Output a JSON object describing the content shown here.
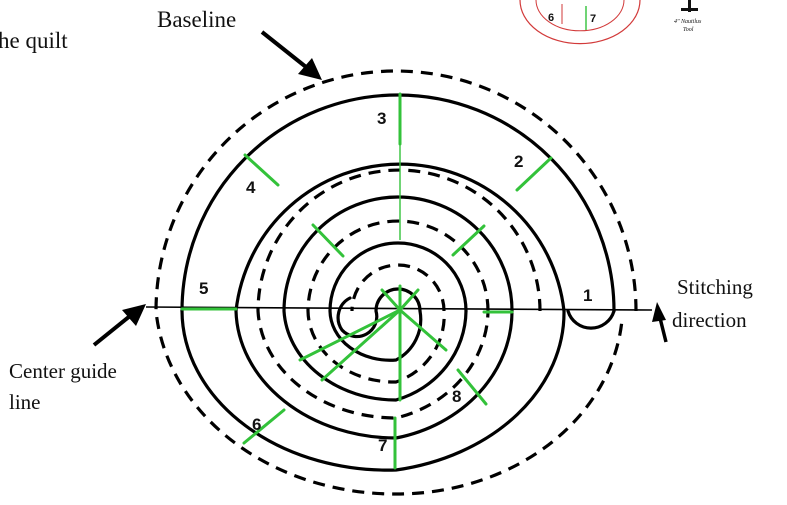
{
  "labels": {
    "top_left_fragment": "he quilt",
    "baseline": "Baseline",
    "stitching_line1": "Stitching",
    "stitching_line2": "direction",
    "center_line1": "Center guide",
    "center_line2": "line"
  },
  "segment_numbers": [
    "1",
    "2",
    "3",
    "4",
    "5",
    "6",
    "7",
    "8"
  ],
  "inset": {
    "numbers": [
      "6",
      "7"
    ],
    "caption_line1": "4\" Nautilus",
    "caption_line2": "Tool"
  },
  "colors": {
    "spiral": "#000000",
    "guide_lines": "#33c23a",
    "inset_ring": "#d23a3a"
  }
}
